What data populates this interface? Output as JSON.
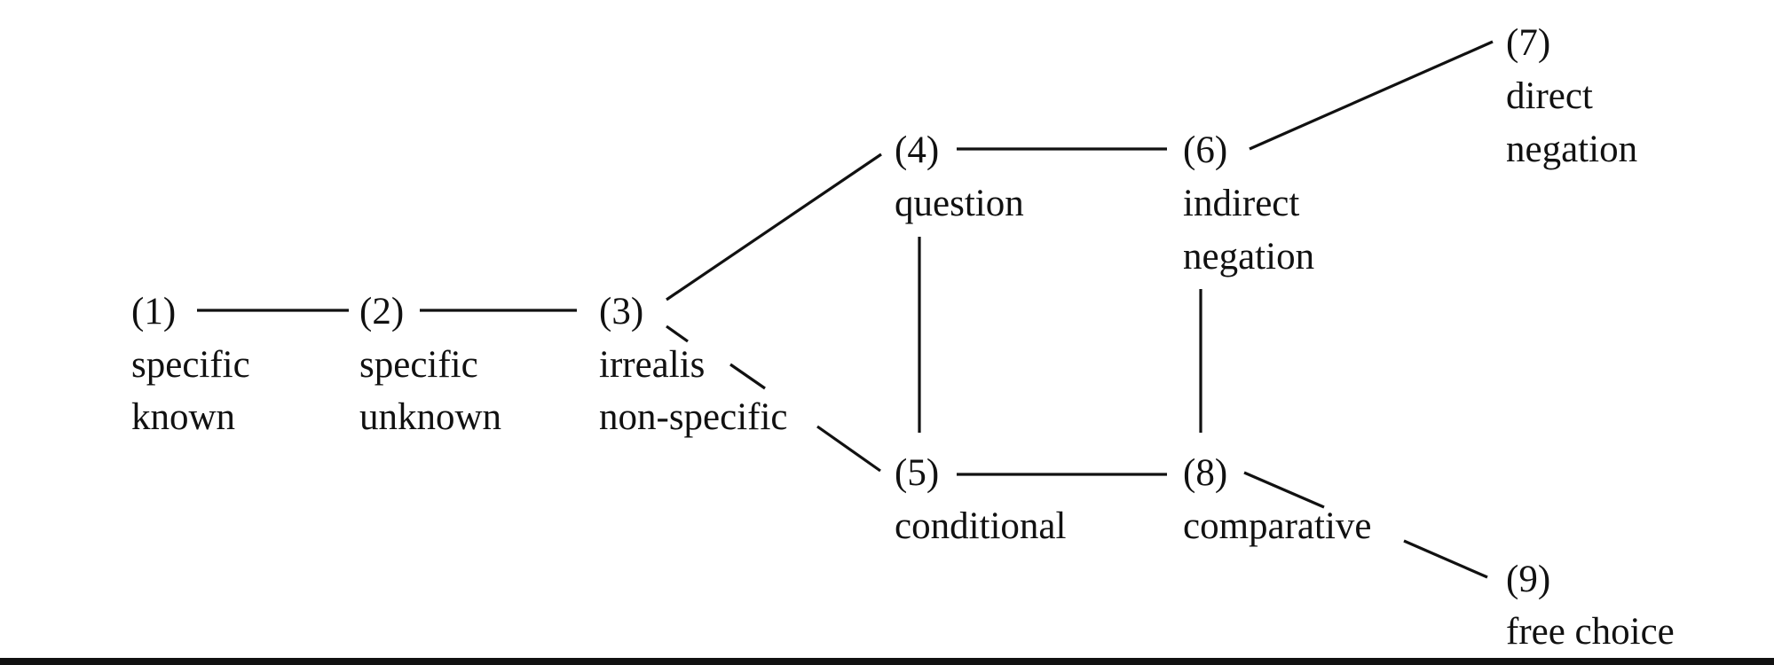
{
  "nodes": [
    {
      "id": "1",
      "number": "(1)",
      "lines": [
        "specific",
        "known"
      ]
    },
    {
      "id": "2",
      "number": "(2)",
      "lines": [
        "specific",
        "unknown"
      ]
    },
    {
      "id": "3",
      "number": "(3)",
      "lines": [
        "irrealis",
        "non-specific"
      ]
    },
    {
      "id": "4",
      "number": "(4)",
      "lines": [
        "question"
      ]
    },
    {
      "id": "5",
      "number": "(5)",
      "lines": [
        "conditional"
      ]
    },
    {
      "id": "6",
      "number": "(6)",
      "lines": [
        "indirect",
        "negation"
      ]
    },
    {
      "id": "7",
      "number": "(7)",
      "lines": [
        "direct",
        "negation"
      ]
    },
    {
      "id": "8",
      "number": "(8)",
      "lines": [
        "comparative"
      ]
    },
    {
      "id": "9",
      "number": "(9)",
      "lines": [
        "free choice"
      ]
    }
  ],
  "edges": [
    {
      "from": "1",
      "to": "2"
    },
    {
      "from": "2",
      "to": "3"
    },
    {
      "from": "3",
      "to": "4"
    },
    {
      "from": "3",
      "to": "5"
    },
    {
      "from": "4",
      "to": "6"
    },
    {
      "from": "4",
      "to": "5"
    },
    {
      "from": "6",
      "to": "7"
    },
    {
      "from": "6",
      "to": "8"
    },
    {
      "from": "5",
      "to": "8"
    },
    {
      "from": "8",
      "to": "9"
    }
  ]
}
